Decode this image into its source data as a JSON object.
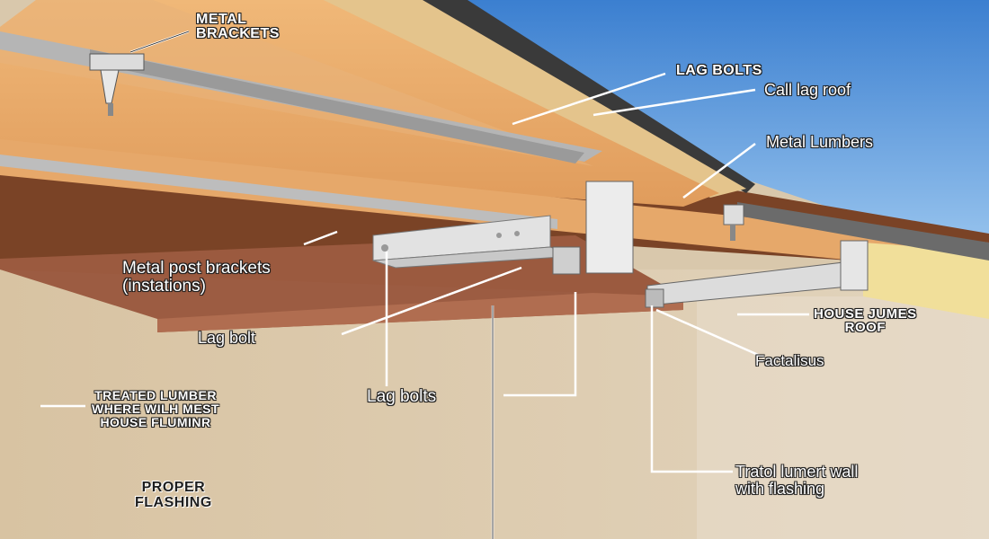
{
  "labels": {
    "metal_brackets": [
      "METAL",
      "BRACKETS"
    ],
    "lag_bolts_top": "LAG BOLTS",
    "call_lag_roof": "Call lag roof",
    "metal_lumbers": "Metal Lumbers",
    "metal_post_brackets": [
      "Metal post brackets",
      "(instations)"
    ],
    "lag_bolt": "Lag bolt",
    "lag_bolts_mid": "Lag bolts",
    "house_jumes_roof": [
      "HOUSE JUMES",
      "ROOF"
    ],
    "factalisus": "Factalisus",
    "treated_lumber": [
      "TREATED LUMBER",
      "WHERE WILH MEST",
      "HOUSE FLUMINR"
    ],
    "proper_flashing": [
      "PROPER",
      "FLASHING"
    ],
    "treated_lumber_wall": [
      "Tratol lumert wall",
      "with flashing"
    ]
  },
  "colors": {
    "sky": "#4a8fd8",
    "beam": "#e8a868",
    "wall": "#dcc9aa",
    "ledger": "#a9664a",
    "metal": "#dcdcdc",
    "text_outline": "#1e1e1e"
  },
  "icons": [
    "bracket-icon",
    "arrow-icon"
  ]
}
